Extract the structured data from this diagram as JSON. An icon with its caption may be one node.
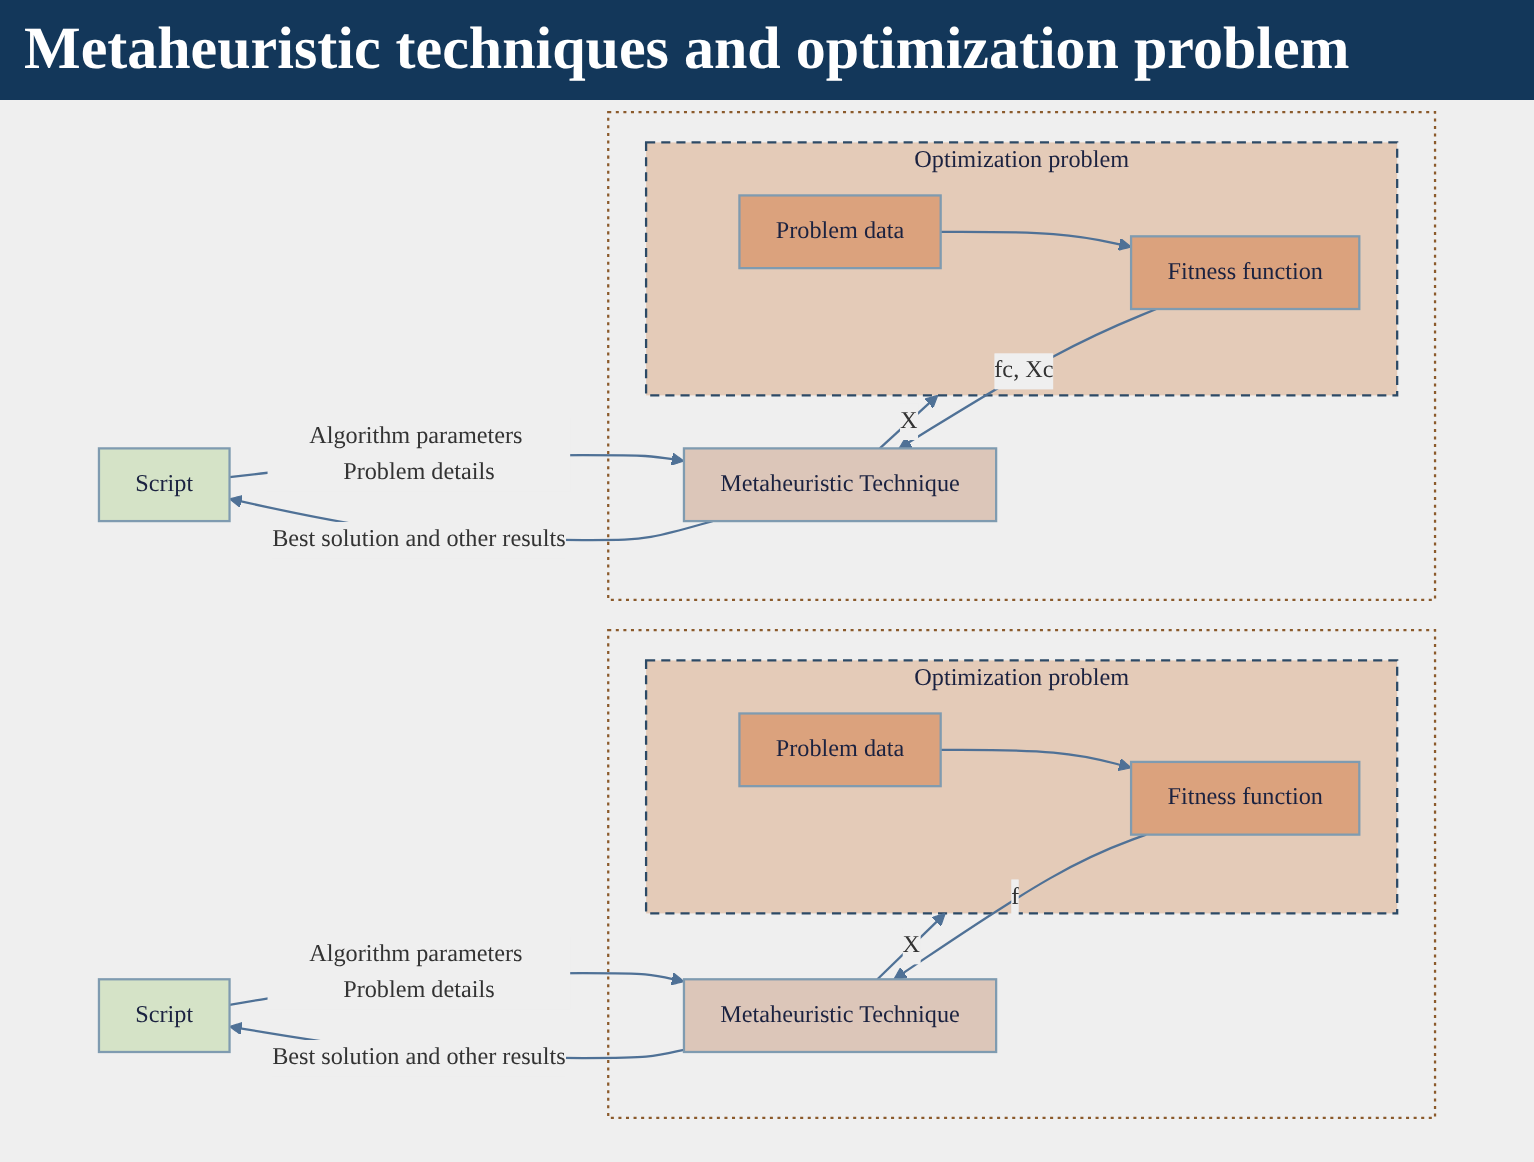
{
  "diagram": {
    "title": "Metaheuristic techniques and optimization problem",
    "nodes": [
      {
        "text": [
          "Script"
        ]
      },
      {
        "text": [],
        "shape": "box"
      },
      {
        "text": [
          "Metaheuristic Technique"
        ],
        "in": 1
      },
      {
        "text": [
          "Optimization problem"
        ],
        "in": 1
      },
      {
        "text": [
          "Fitness function"
        ],
        "in": 3
      },
      {
        "text": [
          "Problem data"
        ],
        "in": 3
      },
      {
        "text": [
          "Script"
        ]
      },
      {
        "text": [],
        "shape": "box"
      },
      {
        "text": [
          "Metaheuristic Technique"
        ],
        "in": 7
      },
      {
        "text": [
          "Optimization problem"
        ],
        "in": 7
      },
      {
        "text": [
          "Fitness function"
        ],
        "in": 9
      },
      {
        "text": [
          "Problem data"
        ],
        "in": 9
      }
    ],
    "edges": [
      {
        "from": 0,
        "to": 2,
        "arrow": "to",
        "label": "Algorithm parameters Problem details"
      },
      {
        "from": 2,
        "to": 0,
        "arrow": "to",
        "label": "Best solution and other results"
      },
      {
        "from": 2,
        "to": 3,
        "arrow": "to",
        "label": "X"
      },
      {
        "from": 4,
        "to": 2,
        "arrow": "to",
        "label": "f"
      },
      {
        "from": 5,
        "to": 4,
        "arrow": "to"
      },
      {
        "from": 6,
        "to": 8,
        "arrow": "to",
        "label": "Algorithm parameters Problem details"
      },
      {
        "from": 8,
        "to": 6,
        "arrow": "to",
        "label": "Best solution and other results"
      },
      {
        "from": 8,
        "to": 9,
        "arrow": "to",
        "label": "X"
      },
      {
        "from": 10,
        "to": 8,
        "arrow": "to",
        "label": "fc, Xc"
      },
      {
        "from": 11,
        "to": 10,
        "arrow": "to"
      }
    ]
  }
}
